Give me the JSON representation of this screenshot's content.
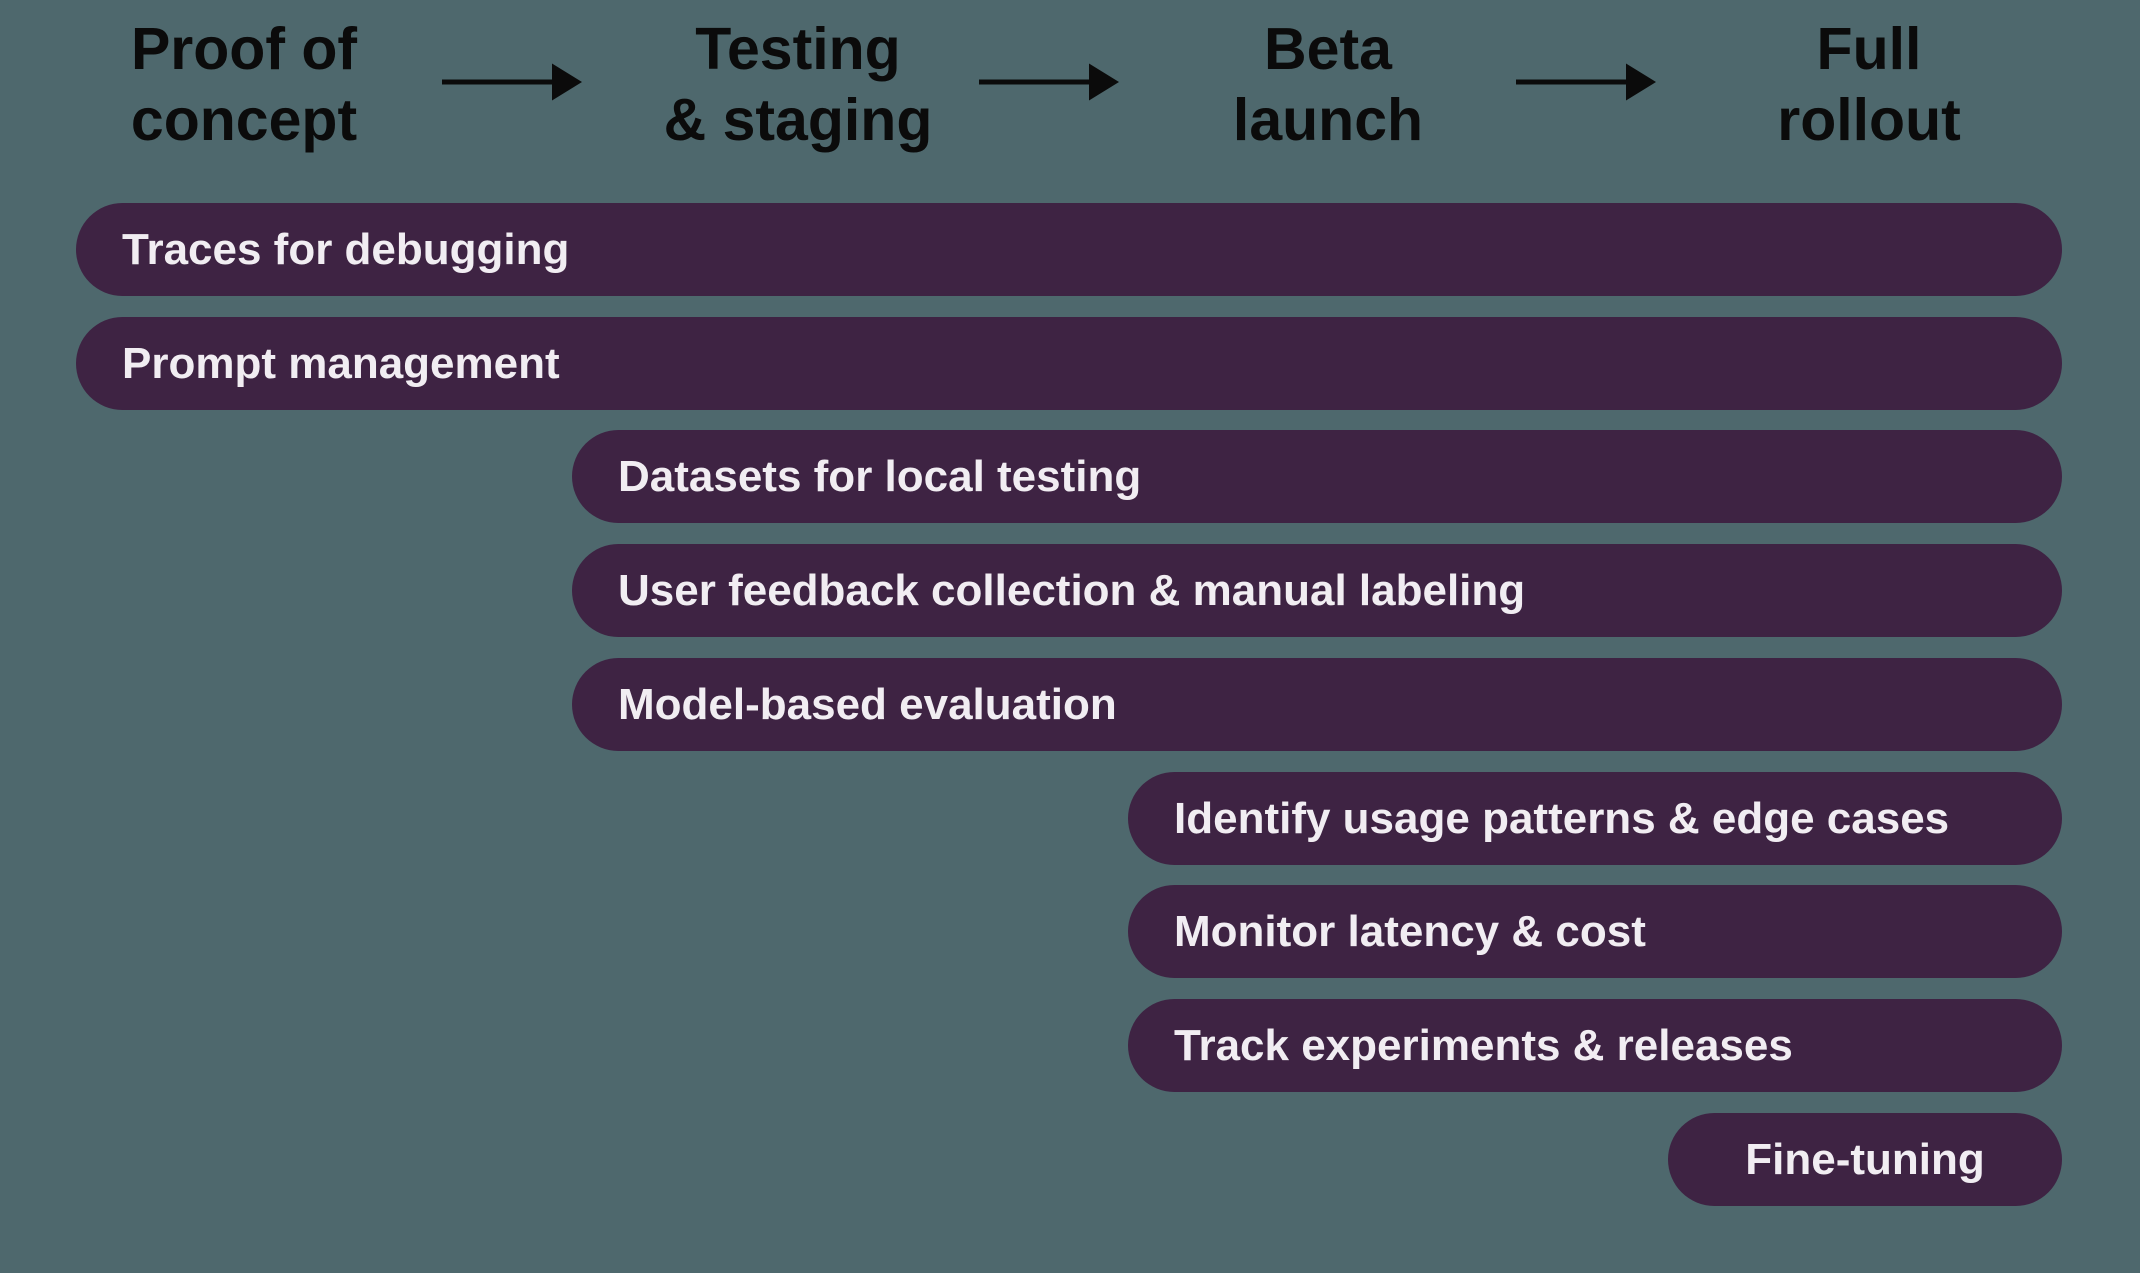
{
  "colors": {
    "background": "#4E686D",
    "bar_fill": "#3E2343",
    "bar_text": "#F1EDF2",
    "header_text": "#0B0B0B",
    "arrow": "#0B0B0B"
  },
  "icons": {
    "flow_arrow": "→"
  },
  "phases": [
    {
      "line1": "Proof of",
      "line2": "concept"
    },
    {
      "line1": "Testing",
      "line2": "& staging"
    },
    {
      "line1": "Beta",
      "line2": "launch"
    },
    {
      "line1": "Full",
      "line2": "rollout"
    }
  ],
  "bars": [
    {
      "label": "Traces for debugging",
      "start_phase": "Proof of concept"
    },
    {
      "label": "Prompt management",
      "start_phase": "Proof of concept"
    },
    {
      "label": "Datasets for local testing",
      "start_phase": "Testing & staging"
    },
    {
      "label": "User feedback collection & manual labeling",
      "start_phase": "Testing & staging"
    },
    {
      "label": "Model-based evaluation",
      "start_phase": "Testing & staging"
    },
    {
      "label": "Identify usage patterns & edge cases",
      "start_phase": "Beta launch"
    },
    {
      "label": "Monitor latency & cost",
      "start_phase": "Beta launch"
    },
    {
      "label": "Track experiments & releases",
      "start_phase": "Beta launch"
    },
    {
      "label": "Fine-tuning",
      "start_phase": "Full rollout"
    }
  ]
}
